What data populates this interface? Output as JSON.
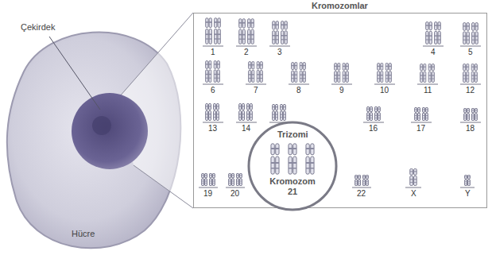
{
  "diagram": {
    "nodes": [
      {
        "text": [
          "Kromozomlar"
        ]
      },
      {
        "text": [
          "Trizomi",
          "Kromozom 21"
        ],
        "in": 0
      }
    ],
    "labels": [
      "Çekirdek",
      "Hücre",
      "1",
      "2",
      "3",
      "4",
      "5",
      "6",
      "7",
      "8",
      "9",
      "10",
      "11",
      "12",
      "13",
      "14",
      "16",
      "17",
      "18",
      "19",
      "20",
      "22",
      "X",
      "Y"
    ]
  }
}
